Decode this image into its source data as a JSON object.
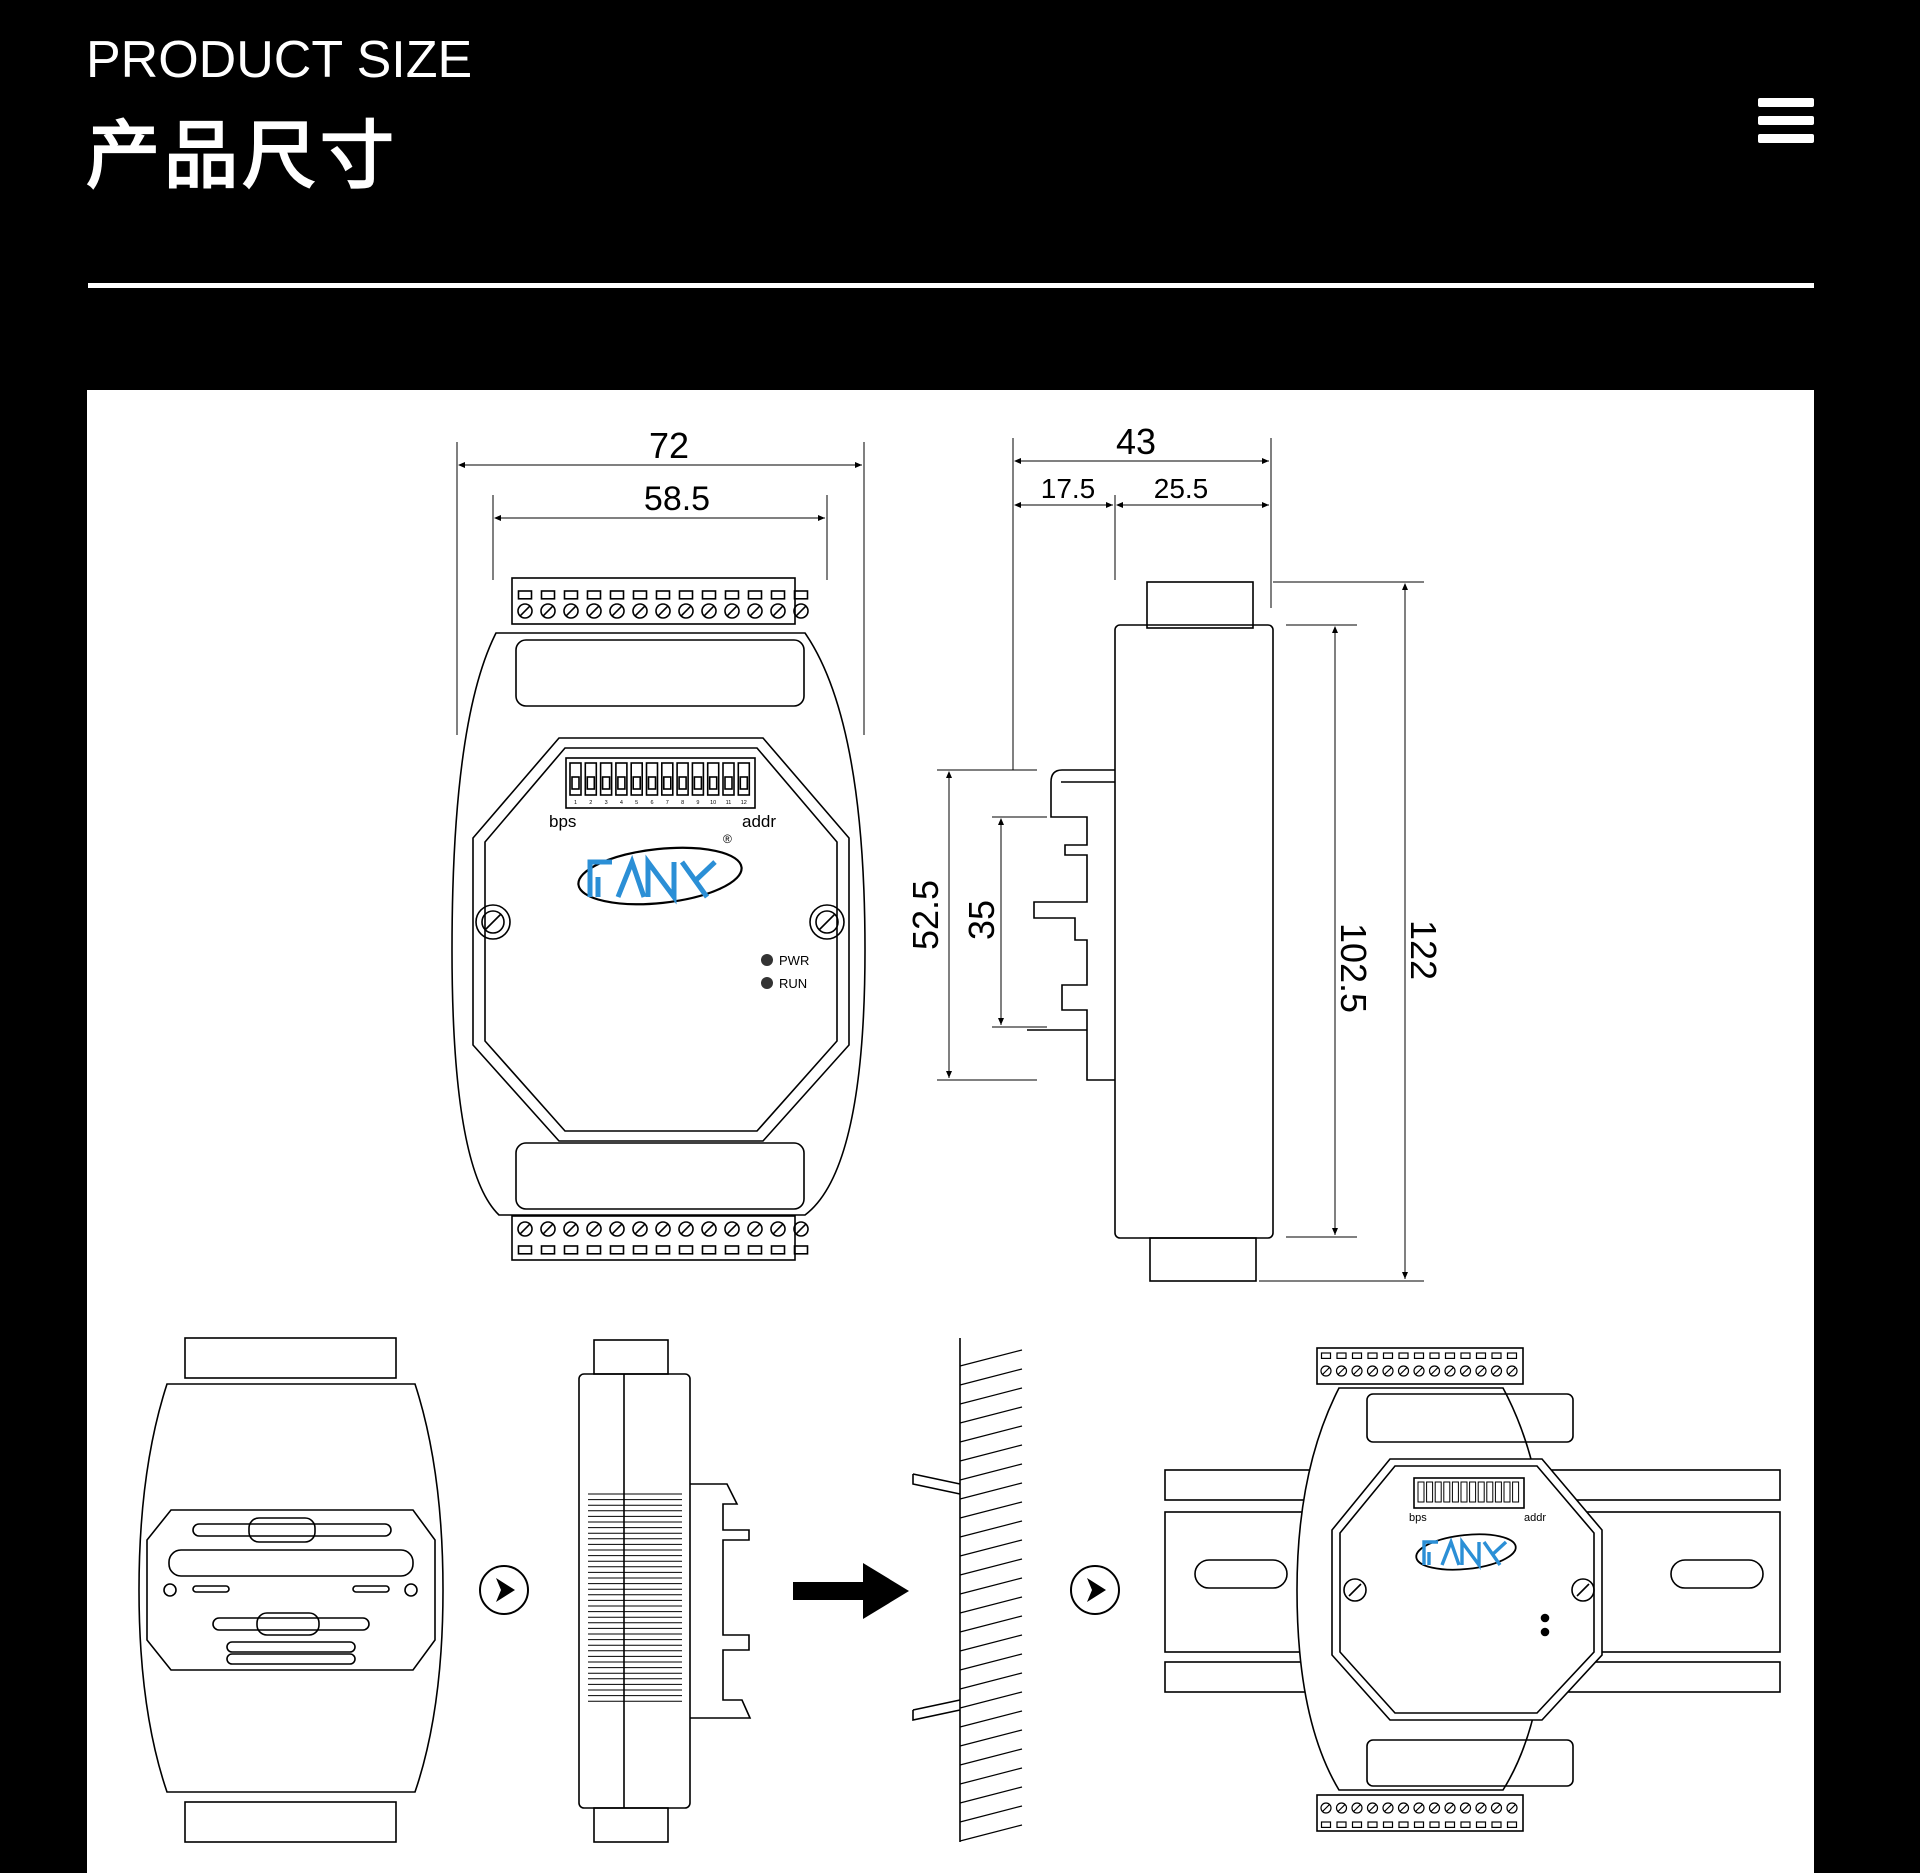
{
  "header": {
    "title_en": "PRODUCT SIZE",
    "title_cn": "产品尺寸",
    "menu_icon": "hamburger-menu-icon"
  },
  "diagram": {
    "front_view": {
      "width_overall": "72",
      "width_terminal": "58.5",
      "dip_left_label": "bps",
      "dip_right_label": "addr",
      "dip_numbers": [
        "1",
        "2",
        "3",
        "4",
        "5",
        "6",
        "7",
        "8",
        "9",
        "10",
        "11",
        "12"
      ],
      "led_labels": [
        "PWR",
        "RUN"
      ],
      "logo_mark": "®"
    },
    "side_view": {
      "depth_overall": "43",
      "depth_rail": "17.5",
      "depth_body": "25.5",
      "rail_height": "52.5",
      "rail_inner": "35",
      "body_height": "102.5",
      "height_overall": "122"
    },
    "install_steps": {
      "step_arrow_icon": "circle-arrow-right-icon",
      "mini_left_label": "bps",
      "mini_right_label": "addr"
    },
    "colors": {
      "logo_blue": "#2b8fd6",
      "line": "#000000",
      "panel_bg": "#ffffff"
    }
  }
}
